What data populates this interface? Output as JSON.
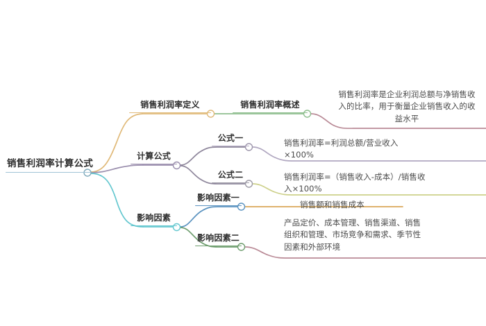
{
  "diagram": {
    "type": "mind-map",
    "title": "销售利润率计算公式",
    "background": "#ffffff",
    "text_color": "#2d2d2d",
    "detail_text_color": "#4a4a4a"
  },
  "root": {
    "label": "销售利润率计算公式",
    "rule_color": "#9fc4d6"
  },
  "branches": [
    {
      "id": "definition",
      "label": "销售利润率定义",
      "rule_color": "#e0b978",
      "edge_color": "#e0b978",
      "children": [
        {
          "id": "definition-overview",
          "label": "销售利润率概述",
          "rule_color": "#8fbf8f",
          "edge_color": "#8fbf8f",
          "children": [
            {
              "id": "definition-overview-text",
              "label": "销售利润率是企业利润总额与净销售收入的比率，用于衡量企业销售收入的收益水平",
              "rule_color": "#b98a96",
              "edge_color": "#b98a96"
            }
          ]
        }
      ]
    },
    {
      "id": "formula",
      "label": "计算公式",
      "rule_color": "#9b8fae",
      "edge_color": "#9b8fae",
      "children": [
        {
          "id": "formula-one",
          "label": "公式一",
          "rule_color": "#b0a7c0",
          "edge_color": "#8f879c",
          "children": [
            {
              "id": "formula-one-text",
              "label": "销售利润率=利润总额/营业收入×100%",
              "rule_color": "#b0a7c0",
              "edge_color": "#b0a7c0"
            }
          ]
        },
        {
          "id": "formula-two",
          "label": "公式二",
          "rule_color": "#9d9aa6",
          "edge_color": "#8f879c",
          "children": [
            {
              "id": "formula-two-text",
              "label": "销售利润率=（销售收入-成本）/销售收入×100%",
              "rule_color": "#cdd08a",
              "edge_color": "#cdd08a"
            }
          ]
        }
      ]
    },
    {
      "id": "factors",
      "label": "影响因素",
      "rule_color": "#63c7cf",
      "edge_color": "#63c7cf",
      "children": [
        {
          "id": "factors-one",
          "label": "影响因素一",
          "rule_color": "#5b93c0",
          "edge_color": "#5b93c0",
          "children": [
            {
              "id": "factors-one-text",
              "label": "销售额和销售成本",
              "rule_color": "#d6a martial",
              "edge_color": "#d9a757"
            }
          ]
        },
        {
          "id": "factors-two",
          "label": "影响因素二",
          "rule_color": "#6f9e6f",
          "edge_color": "#6f9e6f",
          "children": [
            {
              "id": "factors-two-text",
              "label": "产品定价、成本管理、销售渠道、销售组织和管理、市场竞争和需求、季节性因素和外部环境",
              "rule_color": "#b98a96",
              "edge_color": "#b98a96"
            }
          ]
        }
      ]
    }
  ],
  "node_markers": {
    "fill": "#ffffff",
    "radius": 5
  }
}
